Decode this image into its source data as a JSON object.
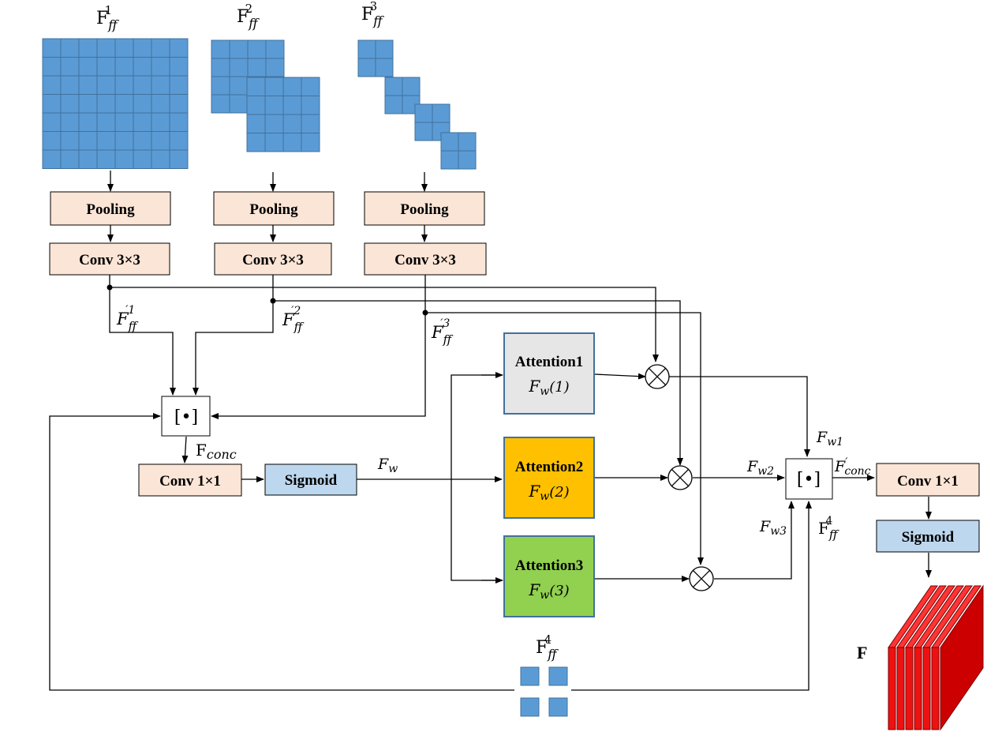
{
  "colors": {
    "grid_fill": "#5b9bd5",
    "grid_stroke": "#41719c",
    "pool_fill": "#fbe5d6",
    "conv_fill": "#fbe5d6",
    "sigmoid_fill": "#bdd7ee",
    "attention1_fill": "#e7e6e6",
    "attention2_fill": "#ffc000",
    "attention3_fill": "#92d050",
    "attention_stroke": "#41719c",
    "output_red": "#ee1111"
  },
  "feature_maps": {
    "f1": {
      "base": "F",
      "sub": "ff",
      "sup": "1"
    },
    "f2": {
      "base": "F",
      "sub": "ff",
      "sup": "2"
    },
    "f3": {
      "base": "F",
      "sub": "ff",
      "sup": "3"
    },
    "f4_bottom": {
      "base": "F",
      "sub": "ff",
      "sup": "4"
    },
    "f4_right": {
      "base": "F",
      "sub": "ff",
      "sup": "4"
    }
  },
  "boxes": {
    "pooling1": "Pooling",
    "pooling2": "Pooling",
    "pooling3": "Pooling",
    "conv1": "Conv 3×3",
    "conv2": "Conv 3×3",
    "conv3": "Conv 3×3",
    "concat_left": "[•]",
    "conv1x1_left": "Conv 1×1",
    "sigmoid_left": "Sigmoid",
    "attention1": {
      "title": "Attention1",
      "sub": "w",
      "arg": "(1)"
    },
    "attention2": {
      "title": "Attention2",
      "sub": "w",
      "arg": "(2)"
    },
    "attention3": {
      "title": "Attention3",
      "sub": "w",
      "arg": "(3)"
    },
    "concat_right": "[•]",
    "conv1x1_right": "Conv 1×1",
    "sigmoid_right": "Sigmoid"
  },
  "labels": {
    "f_prime1": {
      "base": "F",
      "sub": "ff",
      "sup": "′1"
    },
    "f_prime2": {
      "base": "F",
      "sub": "ff",
      "sup": "′2"
    },
    "f_prime3": {
      "base": "F",
      "sub": "ff",
      "sup": "′3"
    },
    "f_conc": {
      "base": "F",
      "sub": "conc"
    },
    "f_w": {
      "base": "F",
      "sub": "w"
    },
    "f_w1": {
      "base": "F",
      "sub": "w1"
    },
    "f_w2": {
      "base": "F",
      "sub": "w2"
    },
    "f_w3": {
      "base": "F",
      "sub": "w3"
    },
    "f_conc_prime": {
      "base": "F",
      "sup": "′",
      "sub": "conc"
    },
    "otimes": "⊗",
    "output": "F"
  }
}
